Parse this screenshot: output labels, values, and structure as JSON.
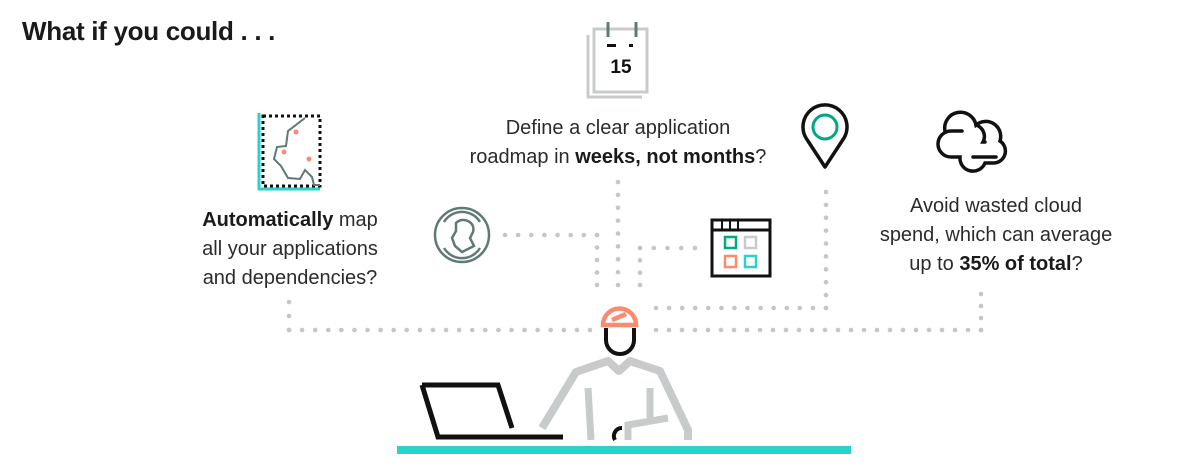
{
  "title": "What if you could . . .",
  "calendar_day": "15",
  "items": [
    {
      "bold": "Automatically",
      "rest_1": " map",
      "line2": "all your applications",
      "line3": "and dependencies?"
    },
    {
      "line1": "Define a clear application",
      "pre": "roadmap in ",
      "bold": "weeks, not months",
      "post": "?"
    },
    {
      "line1": "Avoid wasted cloud",
      "line2": "spend, which can average",
      "pre": "up to ",
      "bold": "35% of total",
      "post": "?"
    }
  ],
  "colors": {
    "teal": "#2ad2c9",
    "orange": "#fe8a6e",
    "green": "#01a982",
    "gray": "#c8cbcb",
    "slate": "#5f7a76",
    "dots": "#c6c6c6"
  }
}
